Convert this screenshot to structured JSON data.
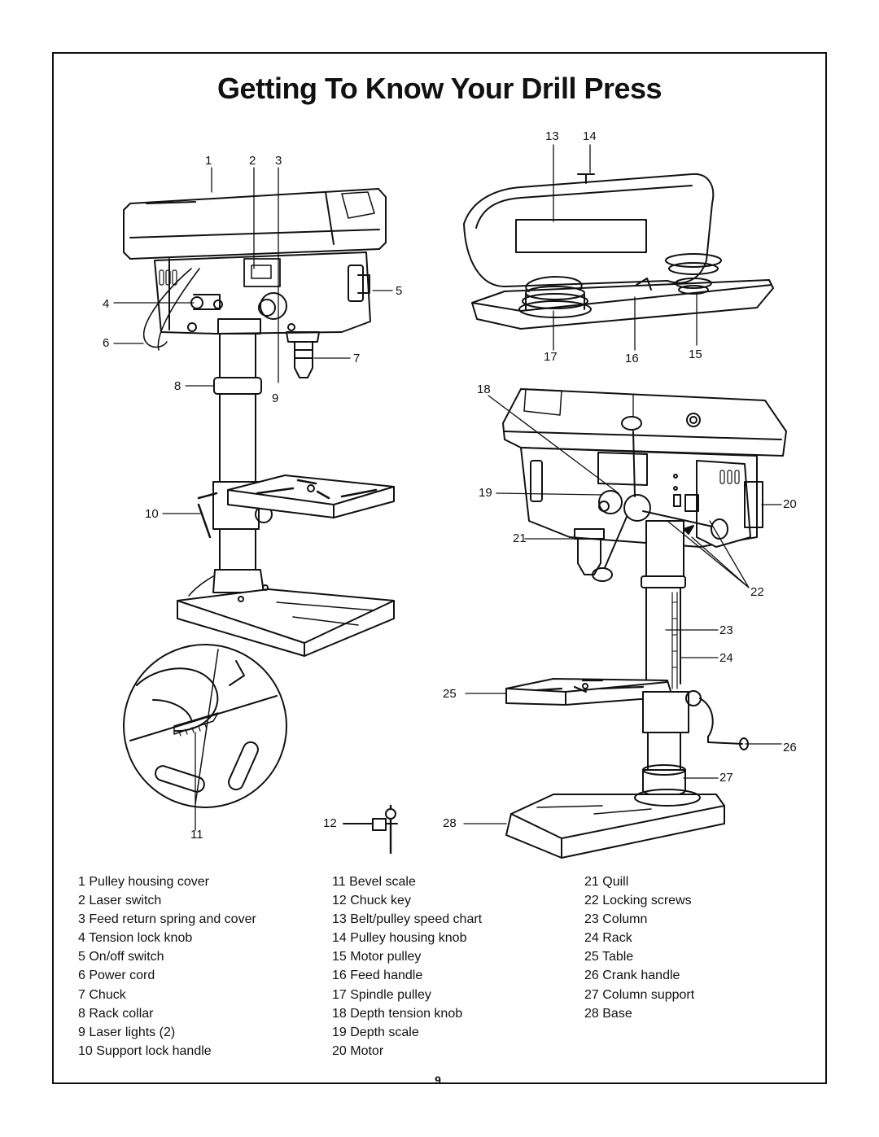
{
  "title": "Getting To Know Your Drill Press",
  "page_number": "9.",
  "callouts": [
    "1",
    "2",
    "3",
    "4",
    "5",
    "6",
    "7",
    "8",
    "9",
    "10",
    "11",
    "12",
    "13",
    "14",
    "15",
    "16",
    "17",
    "18",
    "19",
    "20",
    "21",
    "22",
    "23",
    "24",
    "25",
    "26",
    "27",
    "28"
  ],
  "parts": [
    {
      "num": "1",
      "name": "Pulley housing cover"
    },
    {
      "num": "2",
      "name": "Laser switch"
    },
    {
      "num": "3",
      "name": "Feed return spring and cover"
    },
    {
      "num": "4",
      "name": "Tension lock knob"
    },
    {
      "num": "5",
      "name": "On/off switch"
    },
    {
      "num": "6",
      "name": "Power cord"
    },
    {
      "num": "7",
      "name": "Chuck"
    },
    {
      "num": "8",
      "name": "Rack collar"
    },
    {
      "num": "9",
      "name": "Laser lights (2)"
    },
    {
      "num": "10",
      "name": "Support lock handle"
    },
    {
      "num": "11",
      "name": "Bevel scale"
    },
    {
      "num": "12",
      "name": "Chuck key"
    },
    {
      "num": "13",
      "name": "Belt/pulley speed chart"
    },
    {
      "num": "14",
      "name": "Pulley housing knob"
    },
    {
      "num": "15",
      "name": "Motor pulley"
    },
    {
      "num": "16",
      "name": "Feed handle"
    },
    {
      "num": "17",
      "name": "Spindle pulley"
    },
    {
      "num": "18",
      "name": "Depth tension knob"
    },
    {
      "num": "19",
      "name": "Depth scale"
    },
    {
      "num": "20",
      "name": "Motor"
    },
    {
      "num": "21",
      "name": "Quill"
    },
    {
      "num": "22",
      "name": "Locking screws"
    },
    {
      "num": "23",
      "name": "Column"
    },
    {
      "num": "24",
      "name": "Rack"
    },
    {
      "num": "25",
      "name": "Table"
    },
    {
      "num": "26",
      "name": "Crank handle"
    },
    {
      "num": "27",
      "name": "Column support"
    },
    {
      "num": "28",
      "name": "Base"
    }
  ]
}
